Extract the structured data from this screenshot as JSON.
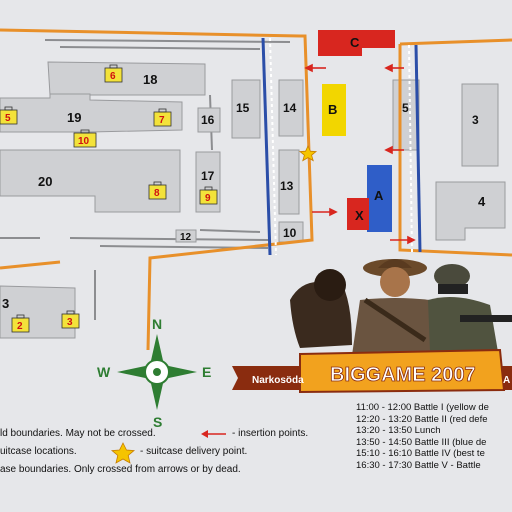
{
  "buildings": [
    {
      "id": "18",
      "case": "6"
    },
    {
      "id": "19",
      "case": "7"
    },
    {
      "id": "16",
      "case": ""
    },
    {
      "id": "20",
      "case": "8"
    },
    {
      "id": "17",
      "case": "9"
    },
    {
      "id": "15",
      "case": ""
    },
    {
      "id": "14",
      "case": ""
    },
    {
      "id": "13",
      "case": ""
    },
    {
      "id": "12",
      "case": ""
    },
    {
      "id": "10",
      "case": ""
    },
    {
      "id": "5",
      "case": ""
    },
    {
      "id": "4",
      "case": ""
    },
    {
      "id": "3",
      "case": ""
    },
    {
      "id": "3_left",
      "label": "3",
      "case": "2"
    }
  ],
  "suitcases_extra": [
    "5",
    "10",
    "3"
  ],
  "zones": {
    "A": "A",
    "B": "B",
    "C": "C",
    "X": "X"
  },
  "compass": {
    "n": "N",
    "s": "S",
    "e": "E",
    "w": "W"
  },
  "banner": {
    "title": "BIGGAME 2007",
    "left_tag": "Narkosöda",
    "right_tag": "A"
  },
  "legend": {
    "line1": "ld boundaries. May not be crossed.",
    "line1b": "- insertion points.",
    "line2": "uitcase locations.",
    "line2b": "- suitcase delivery point.",
    "line3": "ase boundaries. Only crossed from arrows or by dead."
  },
  "schedule": [
    "11:00 - 12:00 Battle I (yellow de",
    "12:20 - 13:20 Battle II (red defe",
    "13:20 - 13:50 Lunch",
    "13:50 - 14:50 Battle III (blue de",
    "15:10 - 16:10 Battle IV (best te",
    "16:30 - 17:30 Battle V - Battle"
  ],
  "colors": {
    "paper": "#e6e7ea",
    "building": "#cfd0d3",
    "building_edge": "#9a9b9e",
    "orange": "#e8902a",
    "blue_boundary": "#2b4ea8",
    "red": "#d8261f",
    "yellow": "#f2d600",
    "blue_zone": "#2f5ec8",
    "case": "#f3e23a",
    "green": "#2e7d32"
  }
}
